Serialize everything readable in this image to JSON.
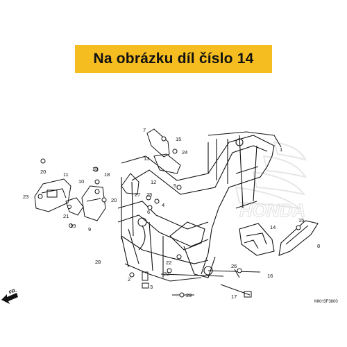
{
  "banner": {
    "text": "Na obrázku díl číslo 14",
    "color": "#f5bd1f"
  },
  "diagram": {
    "code": "MKH3F3800",
    "direction_label": "FR.",
    "watermark": "HONDA",
    "callouts": [
      "1",
      "2",
      "3",
      "4",
      "5",
      "6",
      "7",
      "8",
      "9",
      "10",
      "11",
      "12",
      "13",
      "14",
      "15",
      "15",
      "16",
      "17",
      "18",
      "18",
      "19",
      "20",
      "20",
      "21",
      "22",
      "22",
      "23",
      "24",
      "25",
      "26",
      "27",
      "28",
      "29"
    ]
  },
  "colors": {
    "line": "#111111",
    "watermark": "#e4e4e4",
    "banner": "#f5bd1f"
  }
}
